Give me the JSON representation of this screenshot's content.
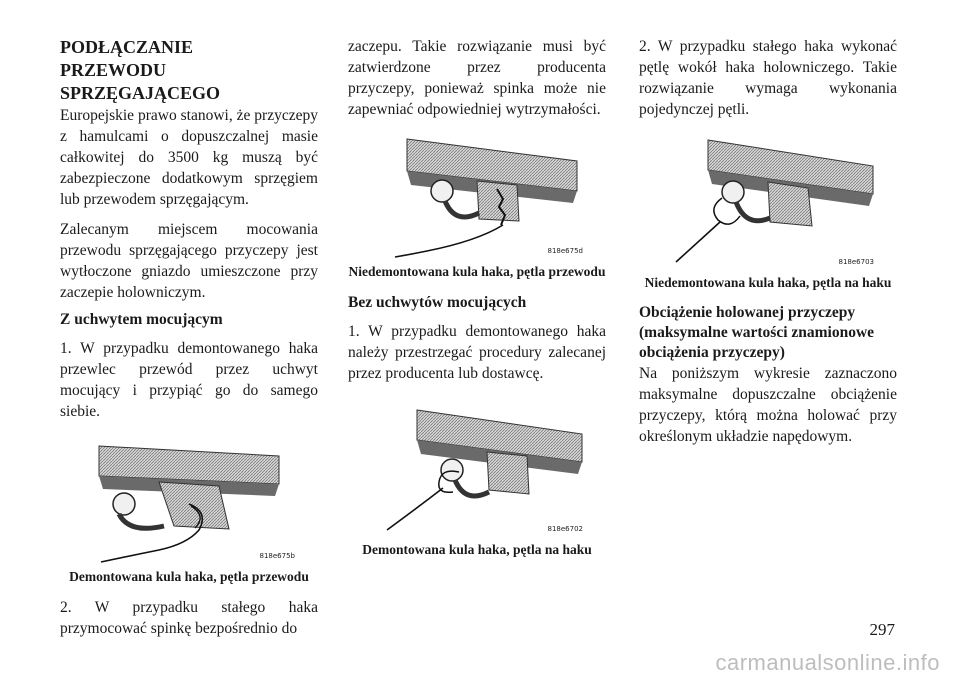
{
  "column1": {
    "title": "PODŁĄCZANIE\nPRZEWODU\nSPRZĘGAJĄCEGO",
    "para1": "Europejskie prawo stanowi, że przyczepy z hamulcami o dopuszczalnej masie całkowitej do 3500 kg muszą być zabezpieczone dodatkowym sprzęgiem lub przewodem sprzęgającym.",
    "para2": "Zalecanym miejscem mocowania przewodu sprzęgającego przyczepy jest wytłoczone gniazdo umieszczone przy zaczepie holowniczym.",
    "subheading": "Z uchwytem mocującym",
    "para3": "1. W przypadku demontowanego haka przewlec przewód przez uchwyt mocujący i przypiąć go do samego siebie.",
    "figure": {
      "code": "818e675b",
      "caption": "Demontowana kula haka, pętla przewodu"
    },
    "para4": "2. W przypadku stałego haka przymocować spinkę bezpośrednio do"
  },
  "column2": {
    "para1": "zaczepu. Takie rozwiązanie musi być zatwierdzone przez producenta przyczepy, ponieważ spinka może nie zapewniać odpowiedniej wytrzymałości.",
    "figure1": {
      "code": "818e675d",
      "caption": "Niedemontowana kula haka, pętla przewodu"
    },
    "subheading": "Bez uchwytów mocujących",
    "para2": "1. W przypadku demontowanego haka należy przestrzegać procedury zalecanej przez producenta lub dostawcę.",
    "figure2": {
      "code": "818e6702",
      "caption": "Demontowana kula haka, pętla na haku"
    }
  },
  "column3": {
    "para1": "2. W przypadku stałego haka wykonać pętlę wokół haka holowniczego. Takie rozwiązanie wymaga wykonania pojedynczej pętli.",
    "figure": {
      "code": "818e6703",
      "caption": "Niedemontowana kula haka, pętla na haku"
    },
    "subheading": "Obciążenie holowanej przyczepy (maksymalne wartości znamionowe obciążenia przyczepy)",
    "para2": "Na poniższym wykresie zaznaczono maksymalne dopuszczalne obciążenie przyczepy, którą można holować przy określonym układzie napędowym."
  },
  "page_number": "297",
  "watermark": "carmanualsonline.info"
}
